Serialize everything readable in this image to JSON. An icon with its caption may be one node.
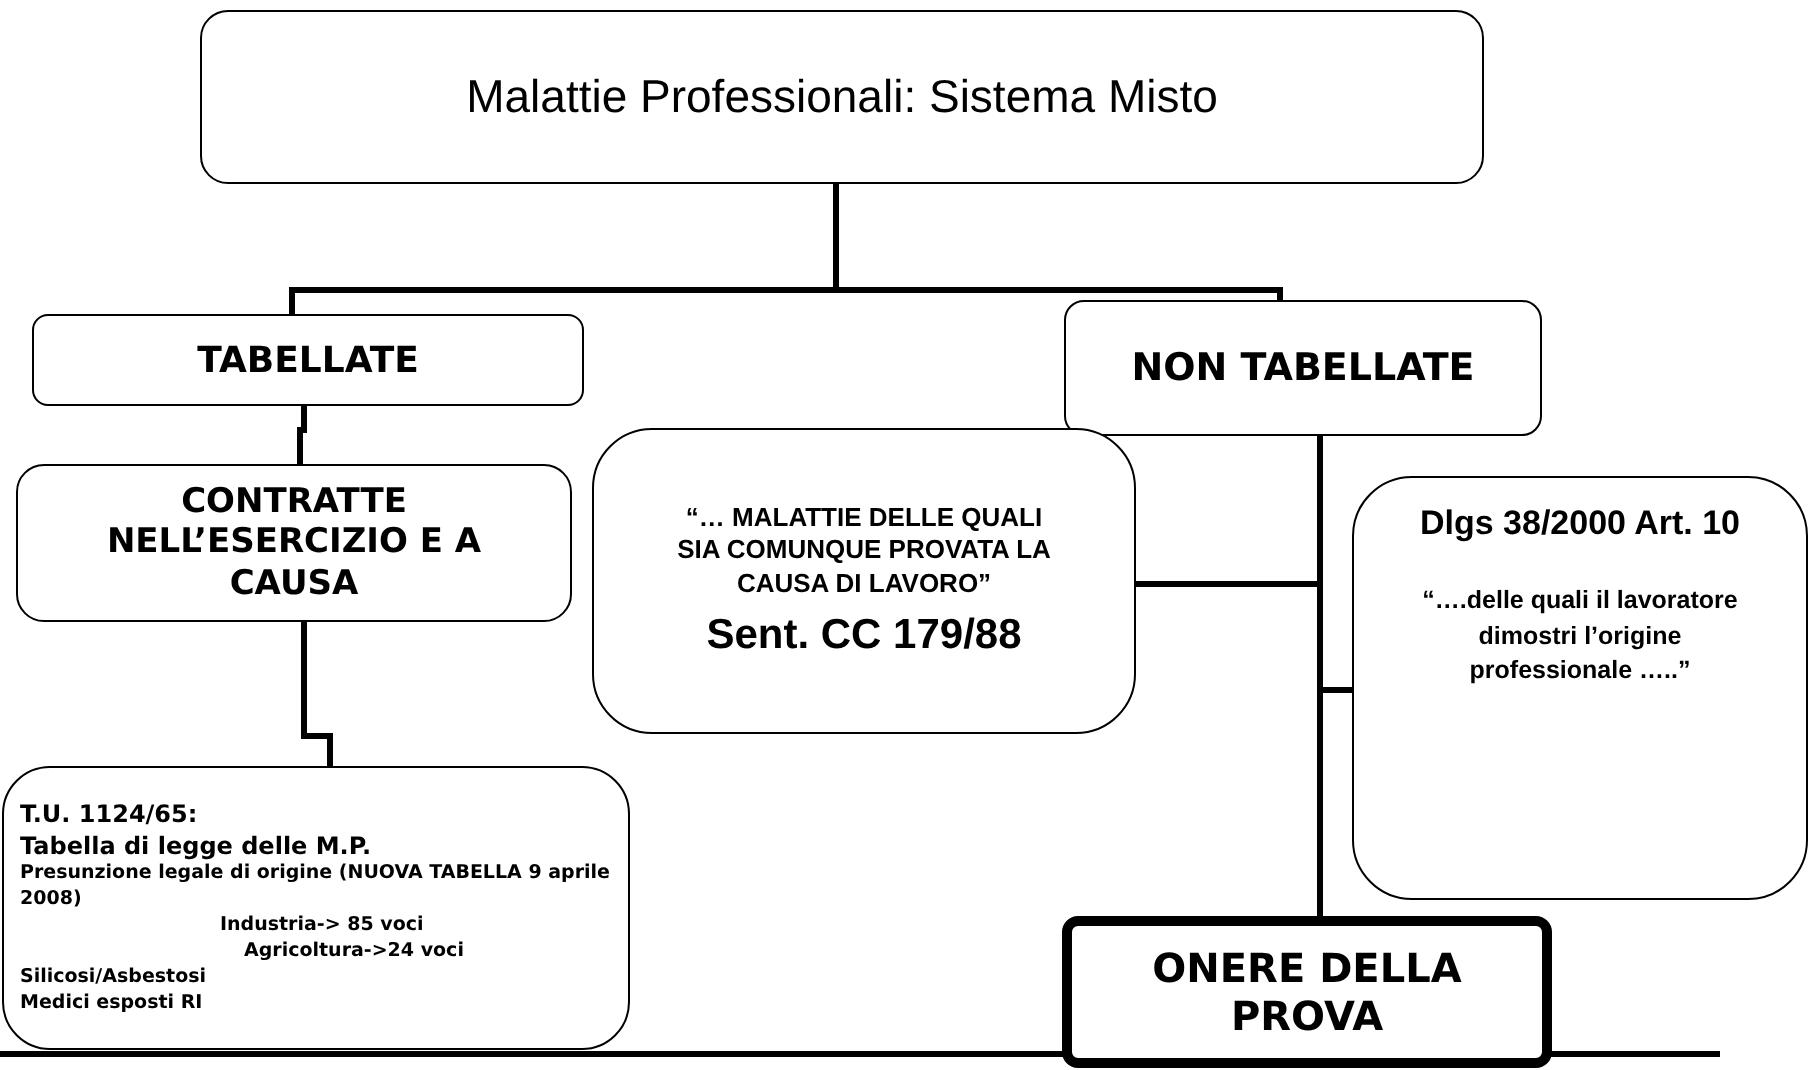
{
  "diagram": {
    "nodes": [
      {
        "text": [
          "Malattie Professionali: Sistema Misto"
        ]
      },
      {
        "text": [
          "TABELLATE"
        ]
      },
      {
        "text": [
          "NON TABELLATE"
        ]
      },
      {
        "text": [
          "CONTRATTE NELL’ESERCIZIO E A CAUSA"
        ]
      },
      {
        "text": [
          "“… MALATTIE DELLE QUALI SIA COMUNQUE PROVATA LA CAUSA DI LAVORO”",
          "Sent. CC 179/88"
        ]
      },
      {
        "text": [
          "Dlgs 38/2000 Art. 10",
          "“….delle quali il lavoratore dimostri l’origine professionale …..”"
        ]
      },
      {
        "text": [
          "T.U. 1124/65:",
          "Tabella di legge delle M.P.",
          "Presunzione legale di origine (NUOVA TABELLA 9 aprile 2008)",
          "Industria-> 85 voci",
          "Agricoltura->24 voci",
          "Silicosi/Asbestosi",
          "Medici esposti RI"
        ]
      },
      {
        "text": [
          "ONERE DELLA PROVA"
        ]
      }
    ],
    "edges": [
      {
        "from": 0,
        "to": 1,
        "arrow": "none"
      },
      {
        "from": 0,
        "to": 2,
        "arrow": "none"
      },
      {
        "from": 1,
        "to": 3,
        "arrow": "none"
      },
      {
        "from": 3,
        "to": 6,
        "arrow": "none"
      },
      {
        "from": 2,
        "to": 4,
        "arrow": "none"
      },
      {
        "from": 2,
        "to": 5,
        "arrow": "none"
      },
      {
        "from": 2,
        "to": 7,
        "arrow": "none"
      }
    ]
  }
}
